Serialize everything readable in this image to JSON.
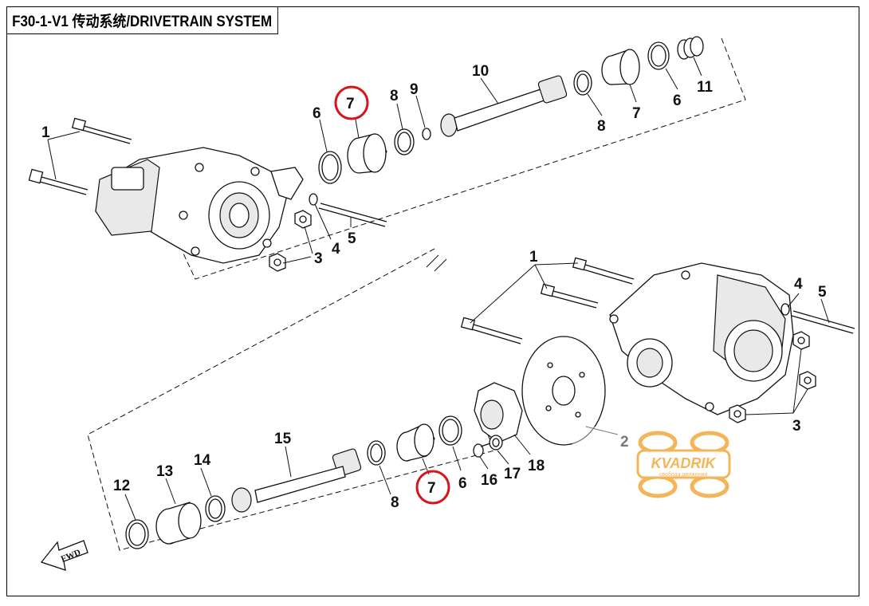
{
  "diagram": {
    "title": "F30-1-V1 传动系统/DRIVETRAIN SYSTEM",
    "fwd_label": "FWD",
    "callouts_upper": [
      "1",
      "1",
      "3",
      "3",
      "4",
      "5",
      "6",
      "7",
      "8",
      "9",
      "10",
      "8",
      "7",
      "6",
      "11"
    ],
    "callouts_lower": [
      "1",
      "1",
      "1",
      "4",
      "5",
      "3",
      "3",
      "3",
      "2",
      "18",
      "17",
      "16",
      "6",
      "7",
      "8",
      "15",
      "14",
      "13",
      "12"
    ],
    "highlighted_callouts": [
      "7",
      "7"
    ],
    "highlight_color": "#d7141a",
    "watermark": {
      "brand": "KVADRIK",
      "tagline": "свобода движения",
      "color": "#f2a93b"
    }
  }
}
